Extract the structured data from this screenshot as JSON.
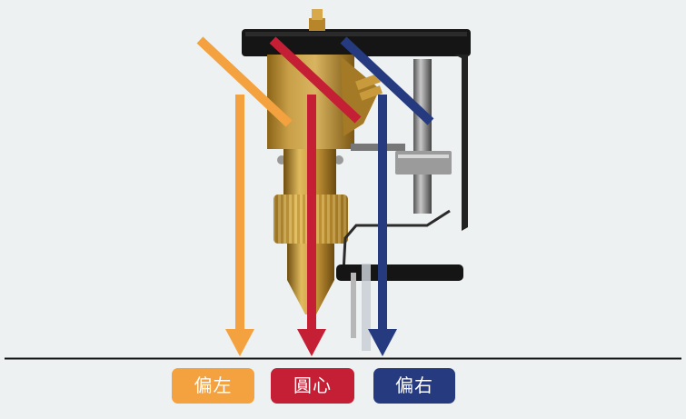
{
  "labels": {
    "left": "偏左",
    "center": "圓心",
    "right": "偏右"
  },
  "colors": {
    "left": "#f4a140",
    "center": "#c41f35",
    "right": "#263a80",
    "background": "#eef1f1",
    "baseline": "#111111"
  }
}
